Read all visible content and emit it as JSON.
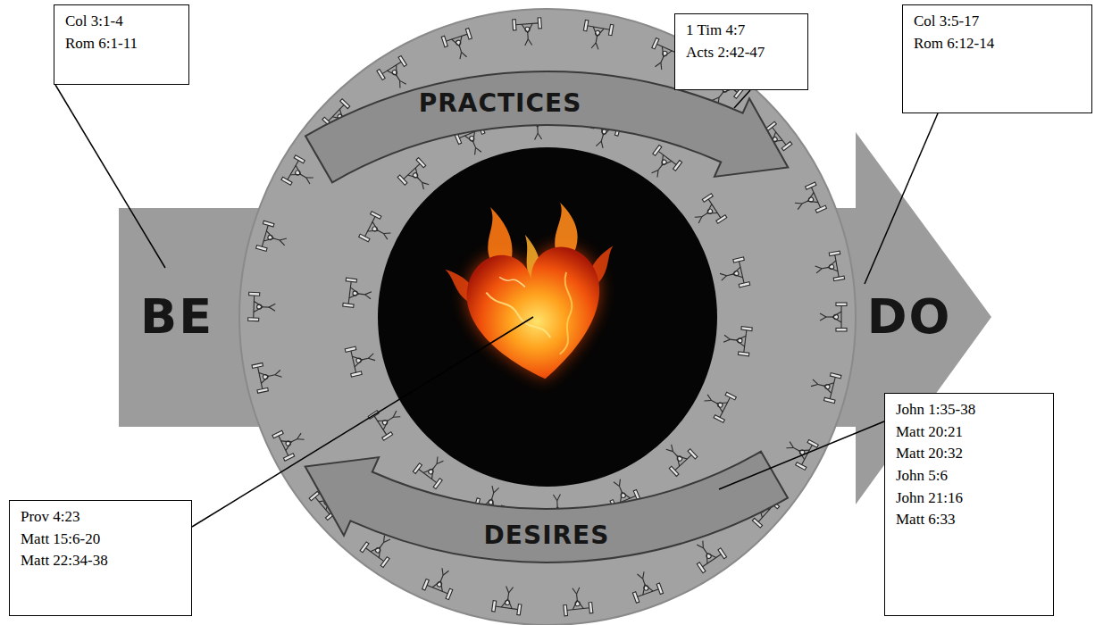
{
  "diagram": {
    "nodes": [
      {
        "text": [
          "Col 3:1-4",
          "Rom 6:1-11"
        ]
      },
      {
        "text": [
          "1 Tim 4:7",
          "Acts 2:42-47"
        ]
      },
      {
        "text": [
          "Col 3:5-17",
          "Rom 6:12-14"
        ]
      },
      {
        "text": [
          "Prov 4:23",
          "Matt 15:6-20",
          "Matt 22:34-38"
        ]
      },
      {
        "text": [
          "John 1:35-38",
          "Matt 20:21",
          "Matt 20:32",
          "John 5:6",
          "John 21:16",
          "Matt 6:33"
        ]
      }
    ],
    "labels": [
      "PRACTICES",
      "BE",
      "DO",
      "DESIRES"
    ]
  }
}
